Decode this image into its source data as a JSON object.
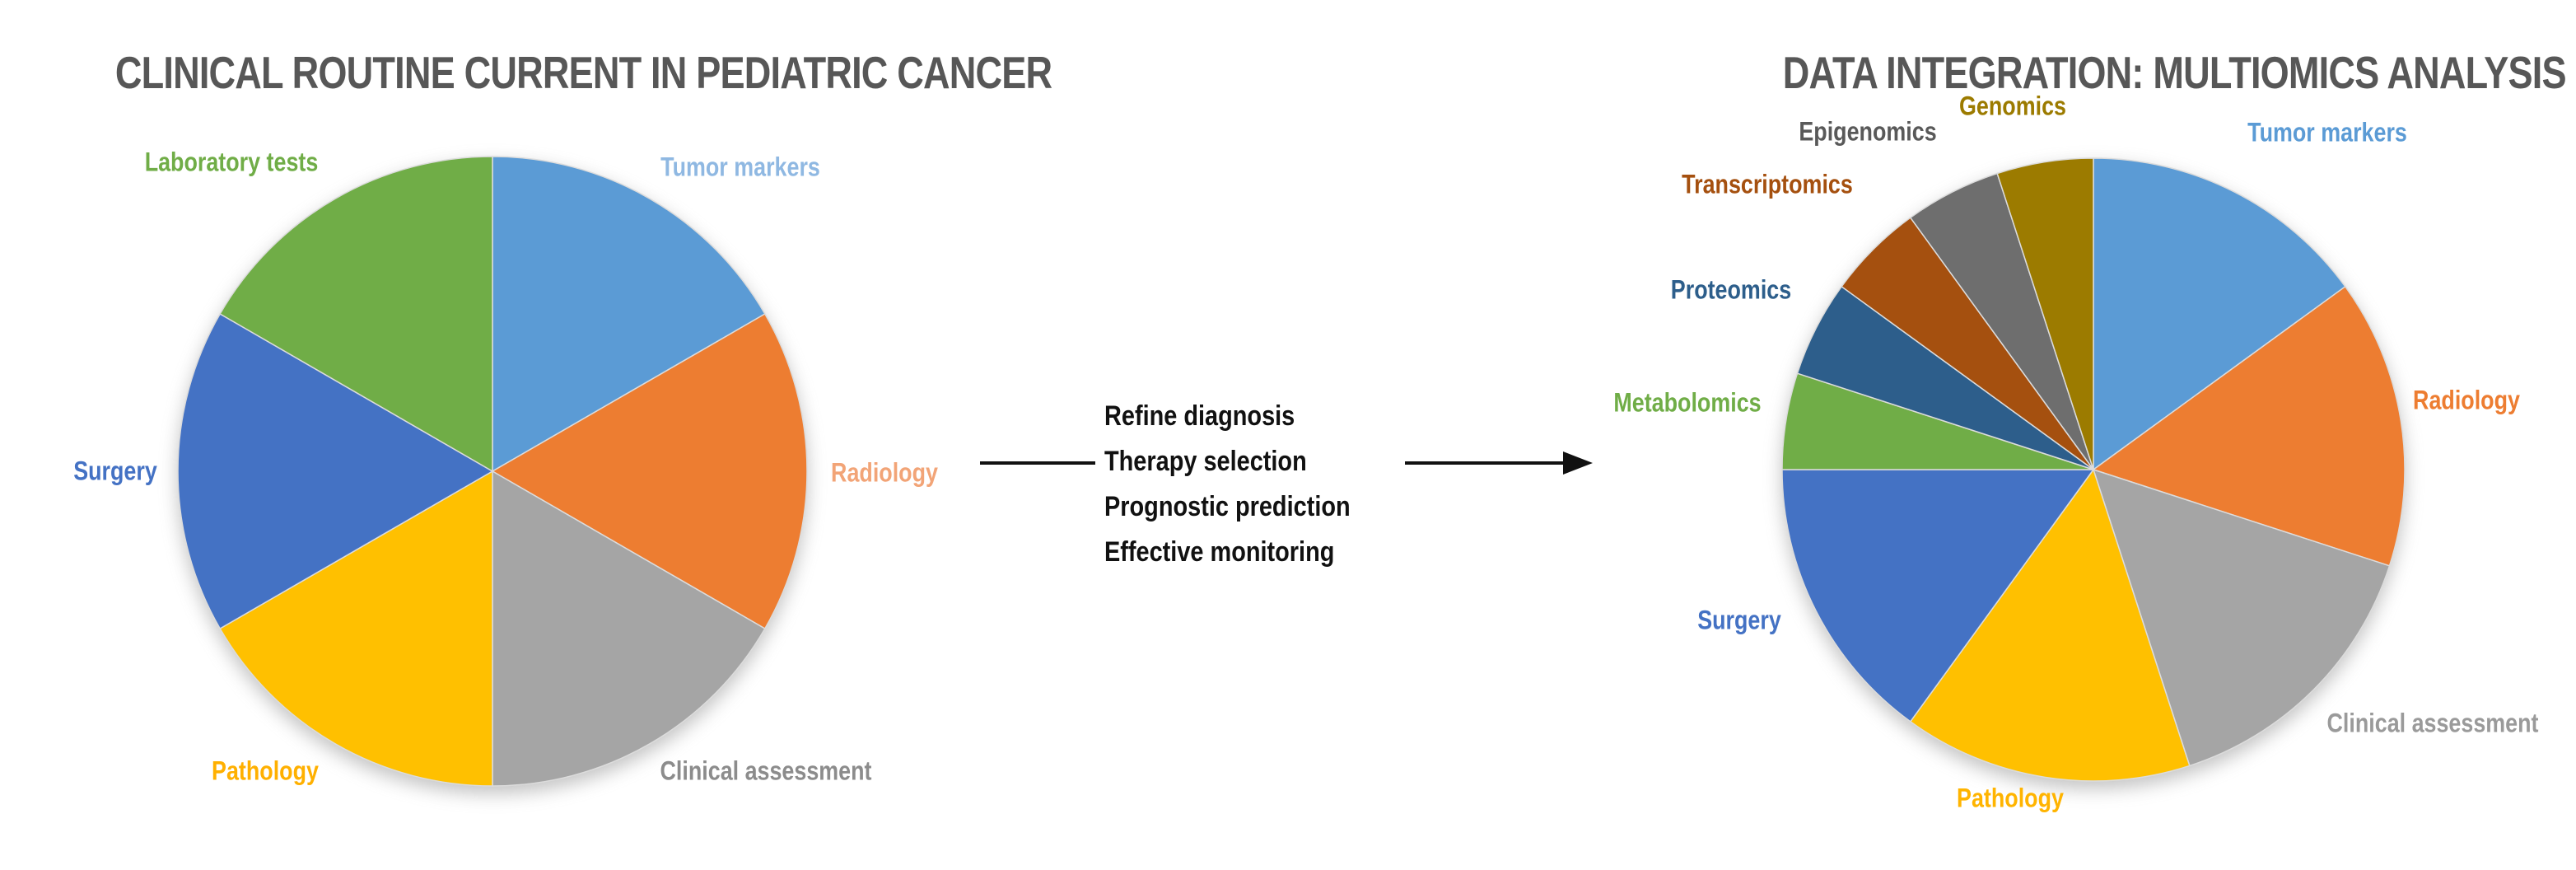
{
  "page": {
    "background": "#ffffff",
    "accent_text": "#575757"
  },
  "chart_data": [
    {
      "type": "pie",
      "title": "CLINICAL ROUTINE CURRENT IN PEDIATRIC CANCER",
      "title_color": "#575757",
      "labels": [
        "Tumor markers",
        "Radiology",
        "Clinical assessment",
        "Pathology",
        "Surgery",
        "Laboratory tests"
      ],
      "values": [
        1,
        1,
        1,
        1,
        1,
        1
      ],
      "colors": [
        "#5B9BD5",
        "#ED7D31",
        "#A5A5A5",
        "#FFC000",
        "#4472C4",
        "#70AD47"
      ],
      "label_colors": [
        "#8FB8E2",
        "#F2A477",
        "#8C8C8C",
        "#FFB000",
        "#4472C4",
        "#70AD47"
      ],
      "start_angle_deg": 0,
      "direction": "clockwise",
      "legend_position": "labels-around-pie",
      "grid": false
    },
    {
      "type": "pie",
      "title": "DATA INTEGRATION: MULTIOMICS ANALYSIS",
      "title_color": "#575757",
      "labels": [
        "Tumor markers",
        "Radiology",
        "Clinical assessment",
        "Pathology",
        "Surgery",
        "Metabolomics",
        "Proteomics",
        "Transcriptomics",
        "Epigenomics",
        "Genomics"
      ],
      "values": [
        15,
        15,
        15,
        15,
        15,
        5,
        5,
        5,
        5,
        5
      ],
      "colors": [
        "#5B9BD5",
        "#ED7D31",
        "#A5A5A5",
        "#FFC000",
        "#4472C4",
        "#70AD47",
        "#2D5E8B",
        "#A5500F",
        "#6E6E6E",
        "#9C7B00"
      ],
      "label_colors": [
        "#5B9BD5",
        "#ED7D31",
        "#9A9A9A",
        "#FFB400",
        "#4472C4",
        "#70AD47",
        "#2D5E8B",
        "#A5500F",
        "#595959",
        "#9C7B00"
      ],
      "start_angle_deg": 0,
      "direction": "clockwise",
      "legend_position": "labels-around-pie",
      "grid": false
    }
  ],
  "arrow": {
    "color": "#111111",
    "lines": [
      "Refine diagnosis",
      "Therapy selection",
      "Prognostic prediction",
      "Effective monitoring"
    ]
  }
}
